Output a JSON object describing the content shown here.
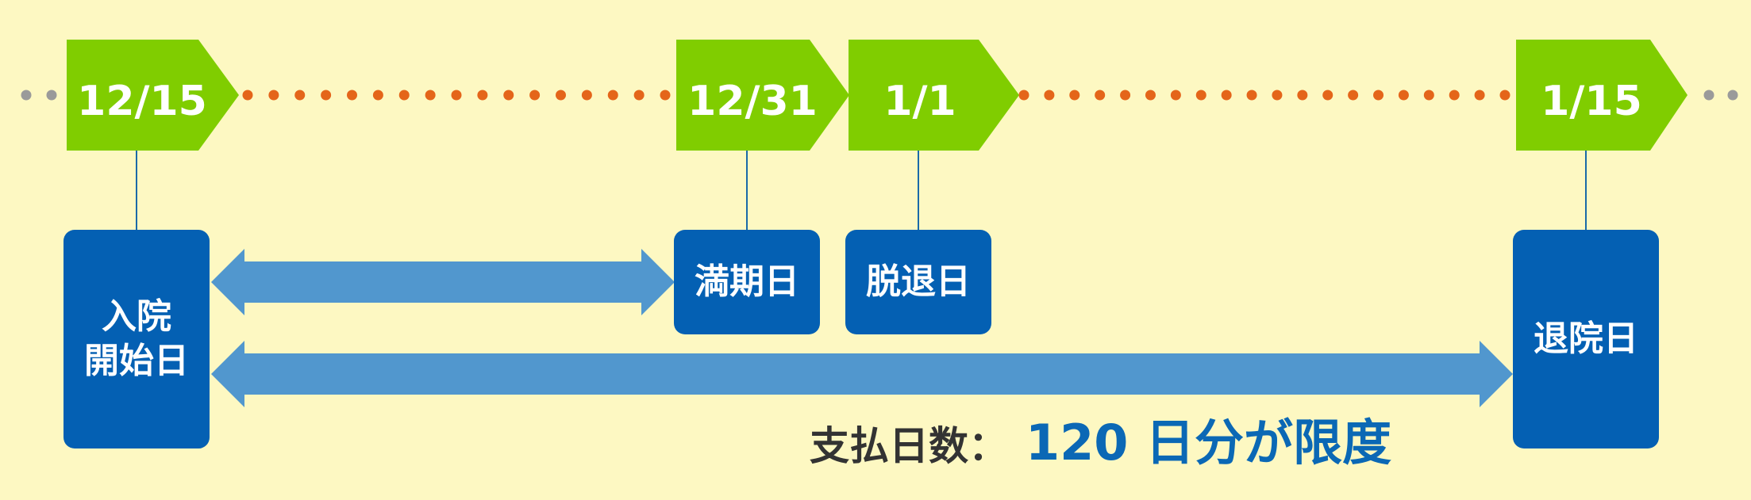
{
  "colors": {
    "background": "#fdf8c2",
    "date_tag": "#80cd00",
    "event_box": "#0460b3",
    "arrow": "#5197ce",
    "dot_period": "#e4651a",
    "dot_outside": "#9a9a9a",
    "connector": "#1a6aa8",
    "note_prefix": "#333333",
    "note_value": "#0b68b5"
  },
  "dates": [
    {
      "id": "d1215",
      "label": "12/15"
    },
    {
      "id": "d1231",
      "label": "12/31"
    },
    {
      "id": "d0101",
      "label": "1/1"
    },
    {
      "id": "d0115",
      "label": "1/15"
    }
  ],
  "events": [
    {
      "id": "admission",
      "lines": [
        "入院",
        "開始日"
      ]
    },
    {
      "id": "expiry",
      "lines": [
        "満期日"
      ]
    },
    {
      "id": "withdrawal",
      "lines": [
        "脱退日"
      ]
    },
    {
      "id": "discharge",
      "lines": [
        "退院日"
      ]
    }
  ],
  "note": {
    "prefix": "支払日数：",
    "value": "120 日分が限度"
  }
}
